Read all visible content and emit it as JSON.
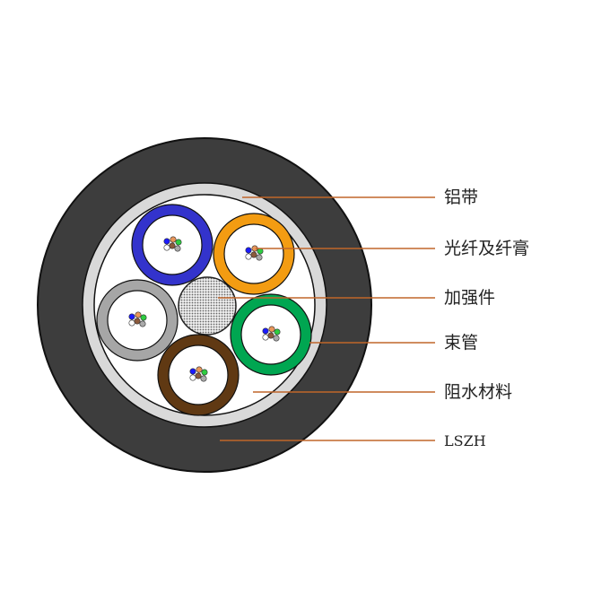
{
  "labels": {
    "aluminum_tape": "铝带",
    "fiber_and_gel": "光纤及纤膏",
    "strength_member": "加强件",
    "loose_tube": "束管",
    "water_blocking": "阻水材料",
    "sheath": "LSZH"
  },
  "colors": {
    "sheath": "#3d3d3d",
    "tape": "#d9d9d9",
    "leader": "#c0662a",
    "tubes": [
      "#3333cc",
      "#f39c12",
      "#a6a6a6",
      "#00a651",
      "#603913"
    ]
  }
}
